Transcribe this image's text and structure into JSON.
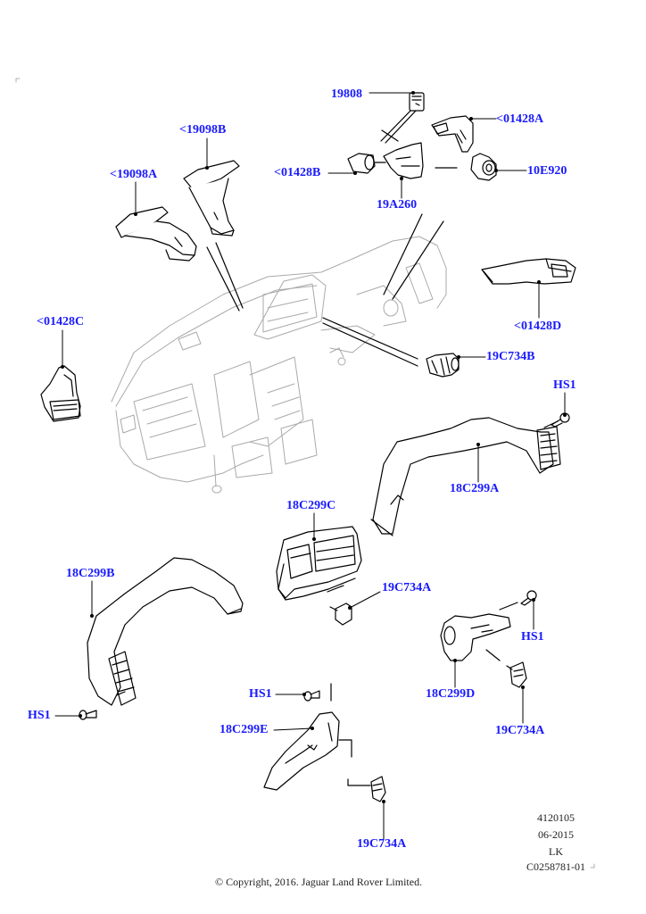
{
  "diagram": {
    "title": "Heater and air conditioning ducts and vents",
    "label_color": "#1a1aff",
    "line_color": "#000000",
    "background_color": "#ffffff",
    "callouts": [
      {
        "id": "19808",
        "text": "19808"
      },
      {
        "id": "01428A",
        "text": "<01428A"
      },
      {
        "id": "01428B",
        "text": "<01428B"
      },
      {
        "id": "10E920",
        "text": "10E920"
      },
      {
        "id": "19A260",
        "text": "19A260"
      },
      {
        "id": "19098B",
        "text": "<19098B"
      },
      {
        "id": "19098A",
        "text": "<19098A"
      },
      {
        "id": "01428C",
        "text": "<01428C"
      },
      {
        "id": "01428D",
        "text": "<01428D"
      },
      {
        "id": "19C734B",
        "text": "19C734B"
      },
      {
        "id": "HS1_a",
        "text": "HS1"
      },
      {
        "id": "18C299A",
        "text": "18C299A"
      },
      {
        "id": "18C299C",
        "text": "18C299C"
      },
      {
        "id": "19C734A_a",
        "text": "19C734A"
      },
      {
        "id": "18C299B",
        "text": "18C299B"
      },
      {
        "id": "HS1_b",
        "text": "HS1"
      },
      {
        "id": "HS1_c",
        "text": "HS1"
      },
      {
        "id": "18C299D",
        "text": "18C299D"
      },
      {
        "id": "19C734A_b",
        "text": "19C734A"
      },
      {
        "id": "HS1_d",
        "text": "HS1"
      },
      {
        "id": "18C299E",
        "text": "18C299E"
      },
      {
        "id": "19C734A_c",
        "text": "19C734A"
      }
    ]
  },
  "footer": {
    "ref_number": "4120105",
    "date": "06-2015",
    "initials": "LK",
    "drawing_code": "C0258781-01",
    "copyright": "© Copyright, 2016. Jaguar Land Rover Limited."
  }
}
